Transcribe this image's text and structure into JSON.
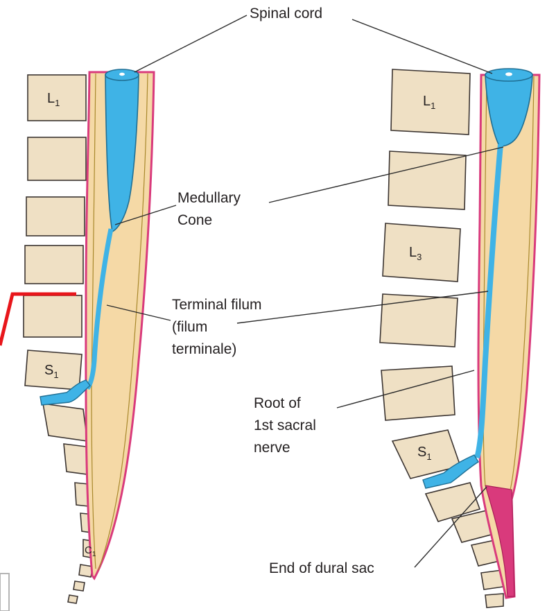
{
  "labels": {
    "spinal_cord": "Spinal cord",
    "medullary_cone_1": "Medullary",
    "medullary_cone_2": "Cone",
    "terminal_filum_1": "Terminal filum",
    "terminal_filum_2": "(filum",
    "terminal_filum_3": "terminale)",
    "sacral_root_1": "Root of",
    "sacral_root_2": "1st sacral",
    "sacral_root_3": "nerve",
    "dural_sac_end": "End of dural sac"
  },
  "vertebra_labels": {
    "left_l1_main": "L",
    "left_l1_sub": "1",
    "left_s1_main": "S",
    "left_s1_sub": "1",
    "left_c1_main": "C",
    "left_c1_sub": "1",
    "right_l1_main": "L",
    "right_l1_sub": "1",
    "right_l3_main": "L",
    "right_l3_sub": "3",
    "right_s1_main": "S",
    "right_s1_sub": "1"
  },
  "colors": {
    "vertebra": "#efe0c4",
    "dura": "#d93a7c",
    "cord": "#3fb3e6",
    "marker": "#e8161b"
  }
}
